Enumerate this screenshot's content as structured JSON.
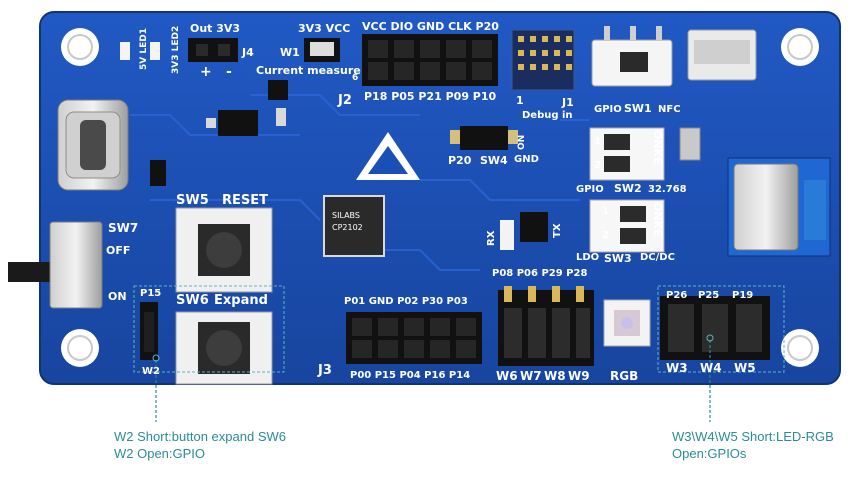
{
  "colors": {
    "pcb": "#1a4fb5",
    "pcb_dark": "#123a8c",
    "silkscreen": "#ffffff",
    "pad": "#d9b85a",
    "annotation": "#2a8c9a"
  },
  "silkscreen": {
    "out_3v3": "Out 3V3",
    "v3v3_vcc": "3V3 VCC",
    "j4": "J4",
    "w1": "W1",
    "plus": "+",
    "minus": "-",
    "current_measure": "Current measure",
    "led1": "5V LED1",
    "led2": "3V3 LED2",
    "top_header": "VCC DIO GND CLK P20",
    "j2": "J2",
    "bottom_header_j2": "P18 P05 P21 P09 P10",
    "debug_in": "Debug in",
    "j1": "J1",
    "pin1": "1",
    "pin6": "6",
    "gpio": "GPIO",
    "sw1": "SW1",
    "nfc": "NFC",
    "on": "ON",
    "p20": "P20",
    "sw4": "SW4",
    "gnd": "GND",
    "onke": "ONKE",
    "gpio2": "GPIO",
    "sw2": "SW2",
    "freq": "32.768",
    "ldo": "LDO",
    "sw3": "SW3",
    "dcdc": "DC/DC",
    "sw5": "SW5",
    "reset": "RESET",
    "sw6": "SW6",
    "expand": "Expand",
    "sw7": "SW7",
    "off": "OFF",
    "on_label": "ON",
    "p15": "P15",
    "w2": "W2",
    "rx": "RX",
    "tx": "TX",
    "chip_brand": "SILABS",
    "chip_part": "CP2102",
    "j3_top": "P01 GND P02 P30 P03",
    "j3": "J3",
    "j3_bottom": "P00 P15 P04 P16 P14",
    "jumpers_top": "P08 P06 P29 P28",
    "w6": "W6",
    "w7": "W7",
    "w8": "W8",
    "w9": "W9",
    "rgb": "RGB",
    "p26": "P26",
    "p25": "P25",
    "p19": "P19",
    "w3": "W3",
    "w4": "W4",
    "w5": "W5",
    "num1": "1",
    "num2": "2"
  },
  "annotations": {
    "left": {
      "line1": "W2 Short:button expand SW6",
      "line2": "W2 Open:GPIO"
    },
    "right": {
      "line1": "W3\\W4\\W5 Short:LED-RGB",
      "line2": "Open:GPIOs"
    }
  }
}
